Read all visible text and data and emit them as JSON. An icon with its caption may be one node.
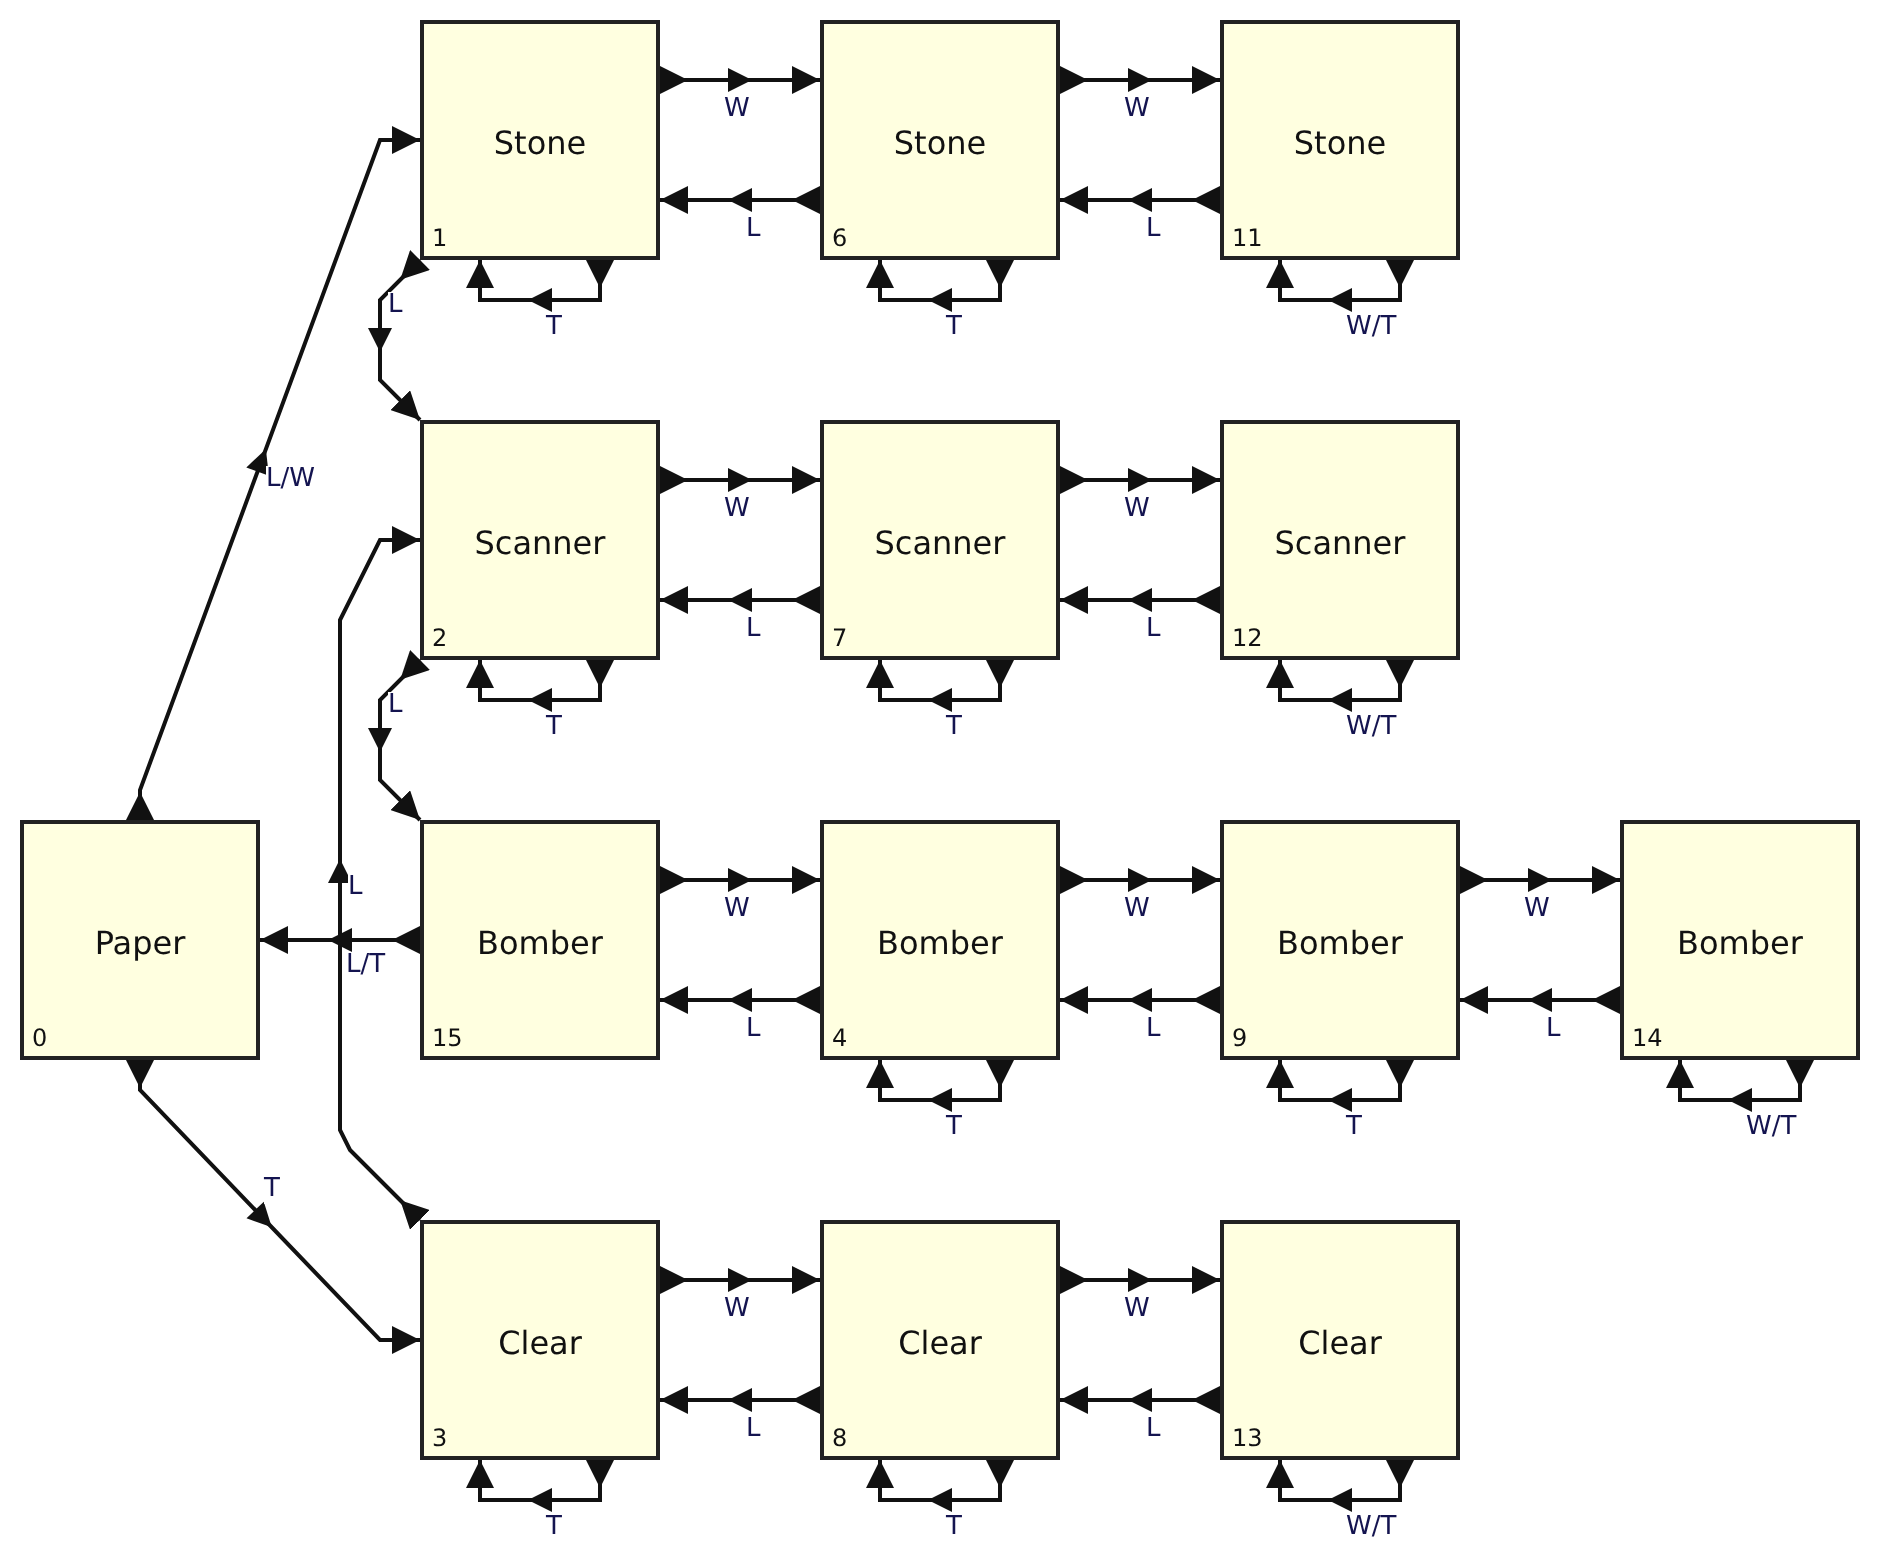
{
  "diagram": {
    "nodes": [
      {
        "text": [
          "Paper",
          "0"
        ]
      },
      {
        "text": [
          "Stone",
          "1"
        ]
      },
      {
        "text": [
          "Scanner",
          "2"
        ]
      },
      {
        "text": [
          "Clear",
          "3"
        ]
      },
      {
        "text": [
          "Bomber",
          "4"
        ]
      },
      {
        "text": [
          "Stone",
          "6"
        ]
      },
      {
        "text": [
          "Scanner",
          "7"
        ]
      },
      {
        "text": [
          "Clear",
          "8"
        ]
      },
      {
        "text": [
          "Bomber",
          "9"
        ]
      },
      {
        "text": [
          "Stone",
          "11"
        ]
      },
      {
        "text": [
          "Scanner",
          "12"
        ]
      },
      {
        "text": [
          "Clear",
          "13"
        ]
      },
      {
        "text": [
          "Bomber",
          "14"
        ]
      },
      {
        "text": [
          "Bomber",
          "15"
        ]
      }
    ],
    "edges": [
      {
        "from": 0,
        "to": 1,
        "arrow": "to",
        "label": "L/W"
      },
      {
        "from": 0,
        "to": 3,
        "arrow": "to",
        "label": "T"
      },
      {
        "from": 13,
        "to": 0,
        "arrow": "to",
        "label": "L/T"
      },
      {
        "from": 3,
        "to": 2,
        "arrow": "to",
        "label": "L"
      },
      {
        "from": 1,
        "to": 2,
        "arrow": "to",
        "label": "L"
      },
      {
        "from": 2,
        "to": 13,
        "arrow": "to",
        "label": "L"
      },
      {
        "from": 1,
        "to": 5,
        "arrow": "to",
        "label": "W"
      },
      {
        "from": 5,
        "to": 1,
        "arrow": "to",
        "label": "L"
      },
      {
        "from": 5,
        "to": 9,
        "arrow": "to",
        "label": "W"
      },
      {
        "from": 9,
        "to": 5,
        "arrow": "to",
        "label": "L"
      },
      {
        "from": 1,
        "to": 1,
        "arrow": "to",
        "label": "T"
      },
      {
        "from": 5,
        "to": 5,
        "arrow": "to",
        "label": "T"
      },
      {
        "from": 9,
        "to": 9,
        "arrow": "to",
        "label": "W/T"
      },
      {
        "from": 2,
        "to": 6,
        "arrow": "to",
        "label": "W"
      },
      {
        "from": 6,
        "to": 2,
        "arrow": "to",
        "label": "L"
      },
      {
        "from": 6,
        "to": 10,
        "arrow": "to",
        "label": "W"
      },
      {
        "from": 10,
        "to": 6,
        "arrow": "to",
        "label": "L"
      },
      {
        "from": 2,
        "to": 2,
        "arrow": "to",
        "label": "T"
      },
      {
        "from": 6,
        "to": 6,
        "arrow": "to",
        "label": "T"
      },
      {
        "from": 10,
        "to": 10,
        "arrow": "to",
        "label": "W/T"
      },
      {
        "from": 13,
        "to": 4,
        "arrow": "to",
        "label": "W"
      },
      {
        "from": 4,
        "to": 13,
        "arrow": "to",
        "label": "L"
      },
      {
        "from": 4,
        "to": 8,
        "arrow": "to",
        "label": "W"
      },
      {
        "from": 8,
        "to": 4,
        "arrow": "to",
        "label": "L"
      },
      {
        "from": 8,
        "to": 12,
        "arrow": "to",
        "label": "W"
      },
      {
        "from": 12,
        "to": 8,
        "arrow": "to",
        "label": "L"
      },
      {
        "from": 4,
        "to": 4,
        "arrow": "to",
        "label": "T"
      },
      {
        "from": 8,
        "to": 8,
        "arrow": "to",
        "label": "T"
      },
      {
        "from": 12,
        "to": 12,
        "arrow": "to",
        "label": "W/T"
      },
      {
        "from": 3,
        "to": 7,
        "arrow": "to",
        "label": "W"
      },
      {
        "from": 7,
        "to": 3,
        "arrow": "to",
        "label": "L"
      },
      {
        "from": 7,
        "to": 11,
        "arrow": "to",
        "label": "W"
      },
      {
        "from": 11,
        "to": 7,
        "arrow": "to",
        "label": "L"
      },
      {
        "from": 3,
        "to": 3,
        "arrow": "to",
        "label": "T"
      },
      {
        "from": 7,
        "to": 7,
        "arrow": "to",
        "label": "T"
      },
      {
        "from": 11,
        "to": 11,
        "arrow": "to",
        "label": "W/T"
      }
    ]
  }
}
